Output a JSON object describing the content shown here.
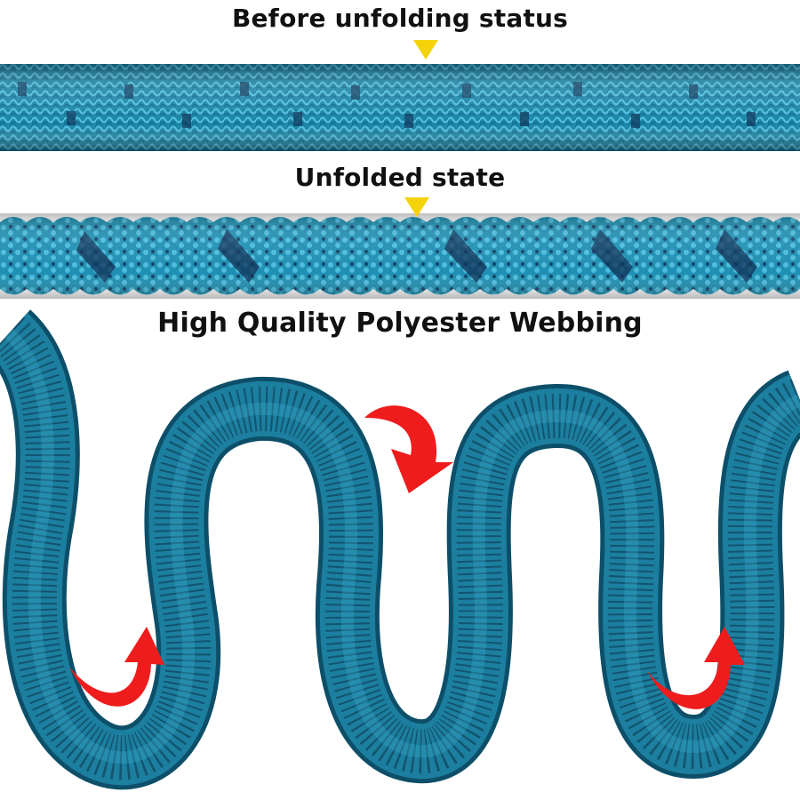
{
  "captions": {
    "before": "Before unfolding status",
    "unfolded": "Unfolded state",
    "quality": "High Quality Polyester Webbing"
  },
  "colors": {
    "hose_main": "#1b86a8",
    "hose_light": "#3fb4d6",
    "hose_dark": "#0f3f63",
    "arrow_red": "#ee1c1c",
    "marker_yellow": "#f5d30a"
  },
  "icons": {
    "marker": "down-triangle-icon",
    "arrow": "curved-arrow-icon"
  }
}
